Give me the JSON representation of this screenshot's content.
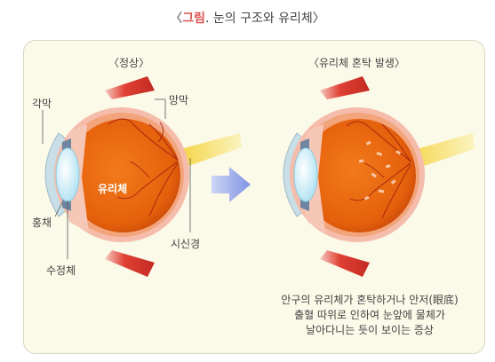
{
  "title": {
    "open": "〈",
    "accent": "그림",
    "rest": ". 눈의 구조와 유리체",
    "close": "〉"
  },
  "normal_eye": {
    "heading": "〈정상〉",
    "labels": {
      "cornea": "각막",
      "retina": "망막",
      "vitreous": "유리체",
      "iris": "홍채",
      "optic_nerve": "시신경",
      "lens": "수정체"
    }
  },
  "turbid_eye": {
    "heading": "〈유리체 혼탁 발생〉"
  },
  "description": {
    "line1": "안구의 유리체가 혼탁하거나 안저(眼底)",
    "line2": "출혈 따위로 인하여 눈앞에 물체가",
    "line3": "날아다니는 듯이 보이는 증상"
  },
  "colors": {
    "eyeball": "#e8650e",
    "sclera": "#f4b8a8",
    "muscle": "#d9312b",
    "arrow": "#8ea0e6",
    "panel_bg": "#fbf9e8",
    "title_accent": "#d9534f"
  }
}
